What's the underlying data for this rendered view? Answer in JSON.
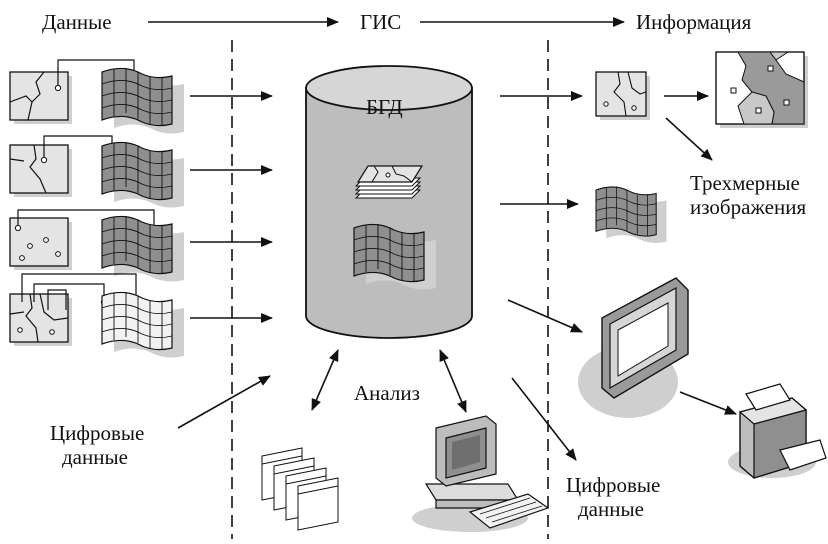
{
  "header": {
    "data": "Данные",
    "gis": "ГИС",
    "information": "Информация"
  },
  "database": {
    "label": "БГД"
  },
  "analysis": {
    "label": "Анализ"
  },
  "inputs": {
    "digital_line1": "Цифровые",
    "digital_line2": "данные"
  },
  "outputs": {
    "three_d_line1": "Трехмерные",
    "three_d_line2": "изображения",
    "digital_line1": "Цифровые",
    "digital_line2": "данные"
  },
  "colors": {
    "ink": "#111111",
    "cylinder_body": "#bdbdbd",
    "cylinder_top": "#d6d6d6",
    "grid_fill": "#8f8f8f",
    "map_fill": "#e4e4e4",
    "shadow": "#cfcfcf"
  }
}
